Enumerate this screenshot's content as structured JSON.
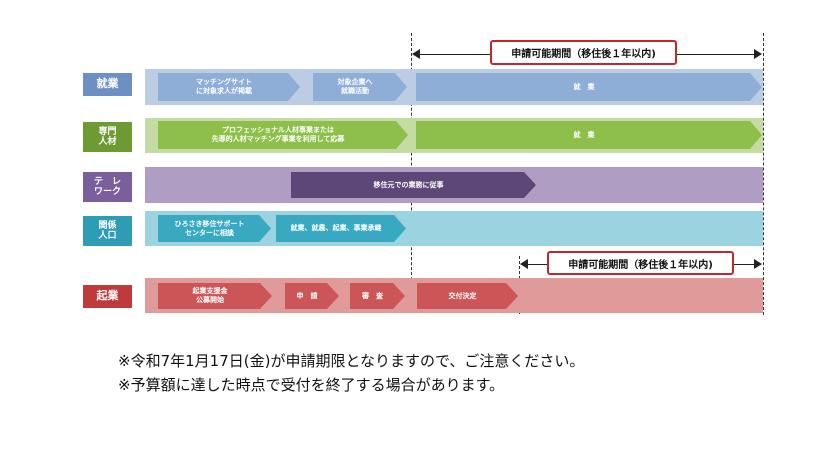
{
  "period_label": "申請可能期間（移住後１年以内)",
  "rows": {
    "shugyo": {
      "label": "就業",
      "steps": [
        "マッチングサイト\nに対象求人が掲載",
        "対象企業へ\n就職活動",
        "就　業"
      ]
    },
    "senmon": {
      "label": "専門\n人材",
      "steps": [
        "プロフェッショナル人材事業または\n先導的人材マッチング事業を利用して応募",
        "就　業"
      ]
    },
    "telework": {
      "label": "テ　レ\nワーク",
      "steps": [
        "移住元での業務に従事"
      ]
    },
    "kankei": {
      "label": "関係\n人口",
      "steps": [
        "ひろさき移住サポート\nセンターに相談",
        "就業、就農、起業、事業承継"
      ]
    },
    "kigyo": {
      "label": "起業",
      "steps": [
        "起業支援金\n公募開始",
        "申　請",
        "審　査",
        "交付決定"
      ]
    }
  },
  "colors": {
    "shugyo_label": "#6e8fc4",
    "shugyo_band": "#bccde3",
    "shugyo_arrow": "#8eaed8",
    "senmon_label": "#6e9a34",
    "senmon_band": "#c4dba4",
    "senmon_arrow": "#8dbf4a",
    "telework_label": "#7b5f9d",
    "telework_band": "#b09dc4",
    "telework_arrow": "#5d4779",
    "kankei_label": "#2e9cb5",
    "kankei_band": "#9bd3e0",
    "kankei_arrow": "#39a9c2",
    "kigyo_label": "#c0393d",
    "kigyo_band": "#e09a9a",
    "kigyo_arrow": "#cc5557",
    "period_border": "#c0282d"
  },
  "notes": [
    "※令和7年1月17日(金)が申請期限となりますので、ご注意ください。",
    "※予算額に達した時点で受付を終了する場合があります。"
  ]
}
